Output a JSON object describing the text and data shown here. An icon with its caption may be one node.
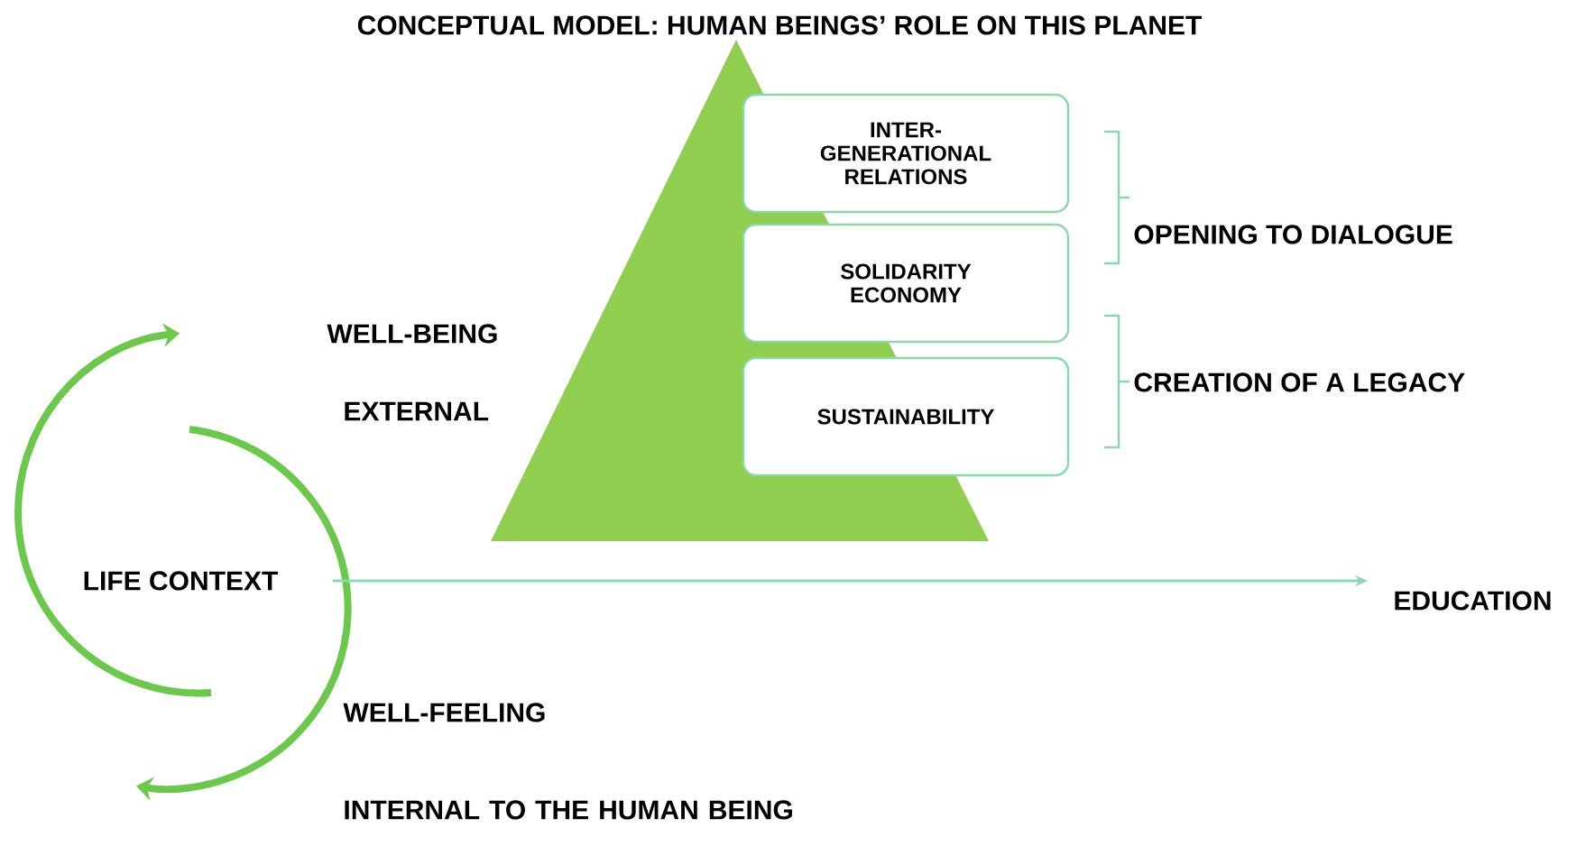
{
  "diagram": {
    "title": "CONCEPTUAL MODEL: HUMAN BEINGS’ ROLE ON THIS PLANET",
    "nodes": [
      {
        "text": [
          "INTER- GENERATIONAL RELATIONS"
        ]
      },
      {
        "text": [
          "SOLIDARITY ECONOMY"
        ]
      },
      {
        "text": [
          "SUSTAINABILITY"
        ]
      },
      {
        "text": [
          "LIFE CONTEXT"
        ]
      },
      {
        "text": [
          "EDUCATION"
        ]
      }
    ],
    "edges": [
      {
        "from": 3,
        "to": 4,
        "arrow": "to"
      }
    ],
    "labels": [
      "OPENING TO DIALOGUE",
      "WELL-BEING",
      "CREATION OF A LEGACY",
      "EXTERNAL",
      "WELL-FEELING",
      "INTERNAL TO THE HUMAN BEING"
    ]
  }
}
